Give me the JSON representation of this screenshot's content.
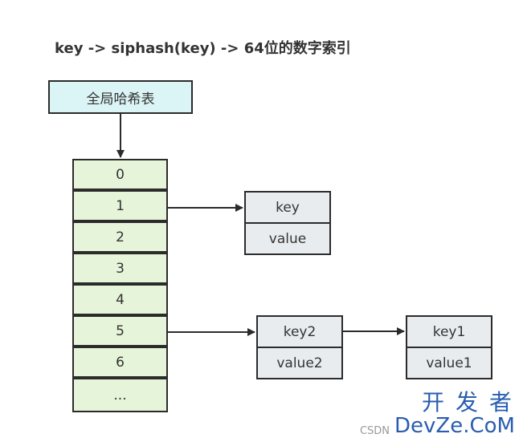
{
  "title": "key -> siphash(key)  -> 64位的数字索引",
  "hash_table_label": "全局哈希表",
  "slots": [
    "0",
    "1",
    "2",
    "3",
    "4",
    "5",
    "6",
    "..."
  ],
  "node_a": {
    "key": "key",
    "value": "value"
  },
  "node_b": {
    "key": "key2",
    "value": "value2"
  },
  "node_c": {
    "key": "key1",
    "value": "value1"
  },
  "colors": {
    "hash_label_bg": "#dbf4f5",
    "slot_bg": "#e6f4d9",
    "node_bg": "#e9ecef",
    "stroke": "#2b2b2b"
  },
  "watermark": {
    "cn": "开发者",
    "prefix": "CSDN",
    "en": "DevZe.CoM"
  }
}
